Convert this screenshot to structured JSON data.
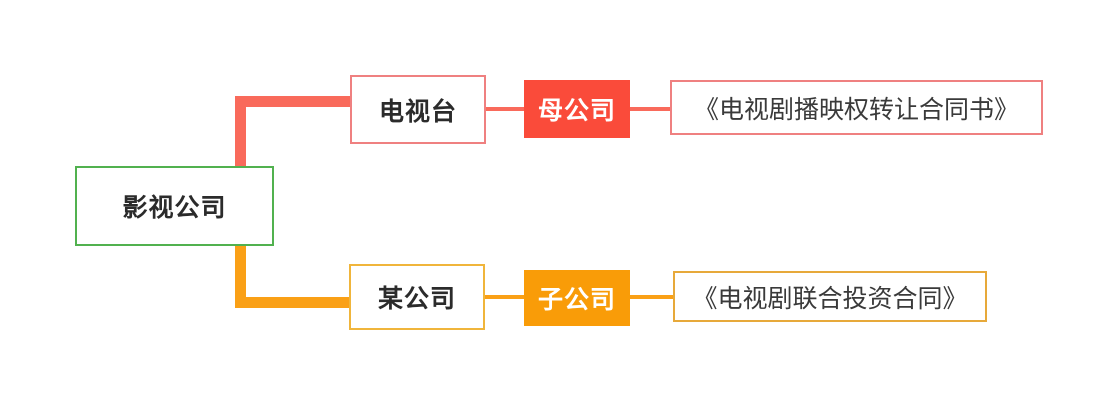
{
  "diagram": {
    "type": "org-relationship-tree",
    "background_color": "#ffffff",
    "root": {
      "label": "影视公司",
      "border_color": "#51b14f"
    },
    "branches": [
      {
        "id": "top",
        "accent_color": "#f96a5b",
        "connector_color": "#f96a5b",
        "entity": {
          "label": "电视台",
          "border_color": "#ef8080"
        },
        "role_tag": {
          "label": "母公司",
          "fill_color": "#fa4b3a",
          "text_color": "#ffffff"
        },
        "document": {
          "label": "《电视剧播映权转让合同书》",
          "border_color": "#ef8080"
        }
      },
      {
        "id": "bottom",
        "accent_color": "#faa016",
        "connector_color": "#faa016",
        "entity": {
          "label": "某公司",
          "border_color": "#f0b53b"
        },
        "role_tag": {
          "label": "子公司",
          "fill_color": "#f99c08",
          "text_color": "#ffffff"
        },
        "document": {
          "label": "《电视剧联合投资合同》",
          "border_color": "#e7a93a"
        }
      }
    ]
  }
}
